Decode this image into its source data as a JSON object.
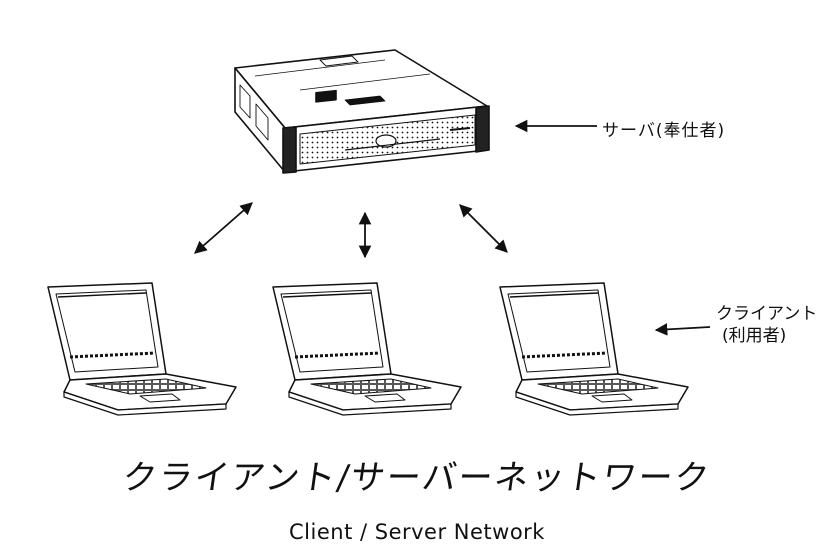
{
  "labels": {
    "server": "サーバ(奉仕者)",
    "client_line1": "クライアント",
    "client_line2": "(利用者)"
  },
  "title": {
    "japanese": "クライアント/サーバーネットワーク",
    "english": "Client / Server Network"
  },
  "diagram": {
    "server_count": 1,
    "client_count": 3,
    "connection_type": "bidirectional-arrow",
    "colors": {
      "ink": "#111111",
      "background": "#ffffff"
    }
  }
}
